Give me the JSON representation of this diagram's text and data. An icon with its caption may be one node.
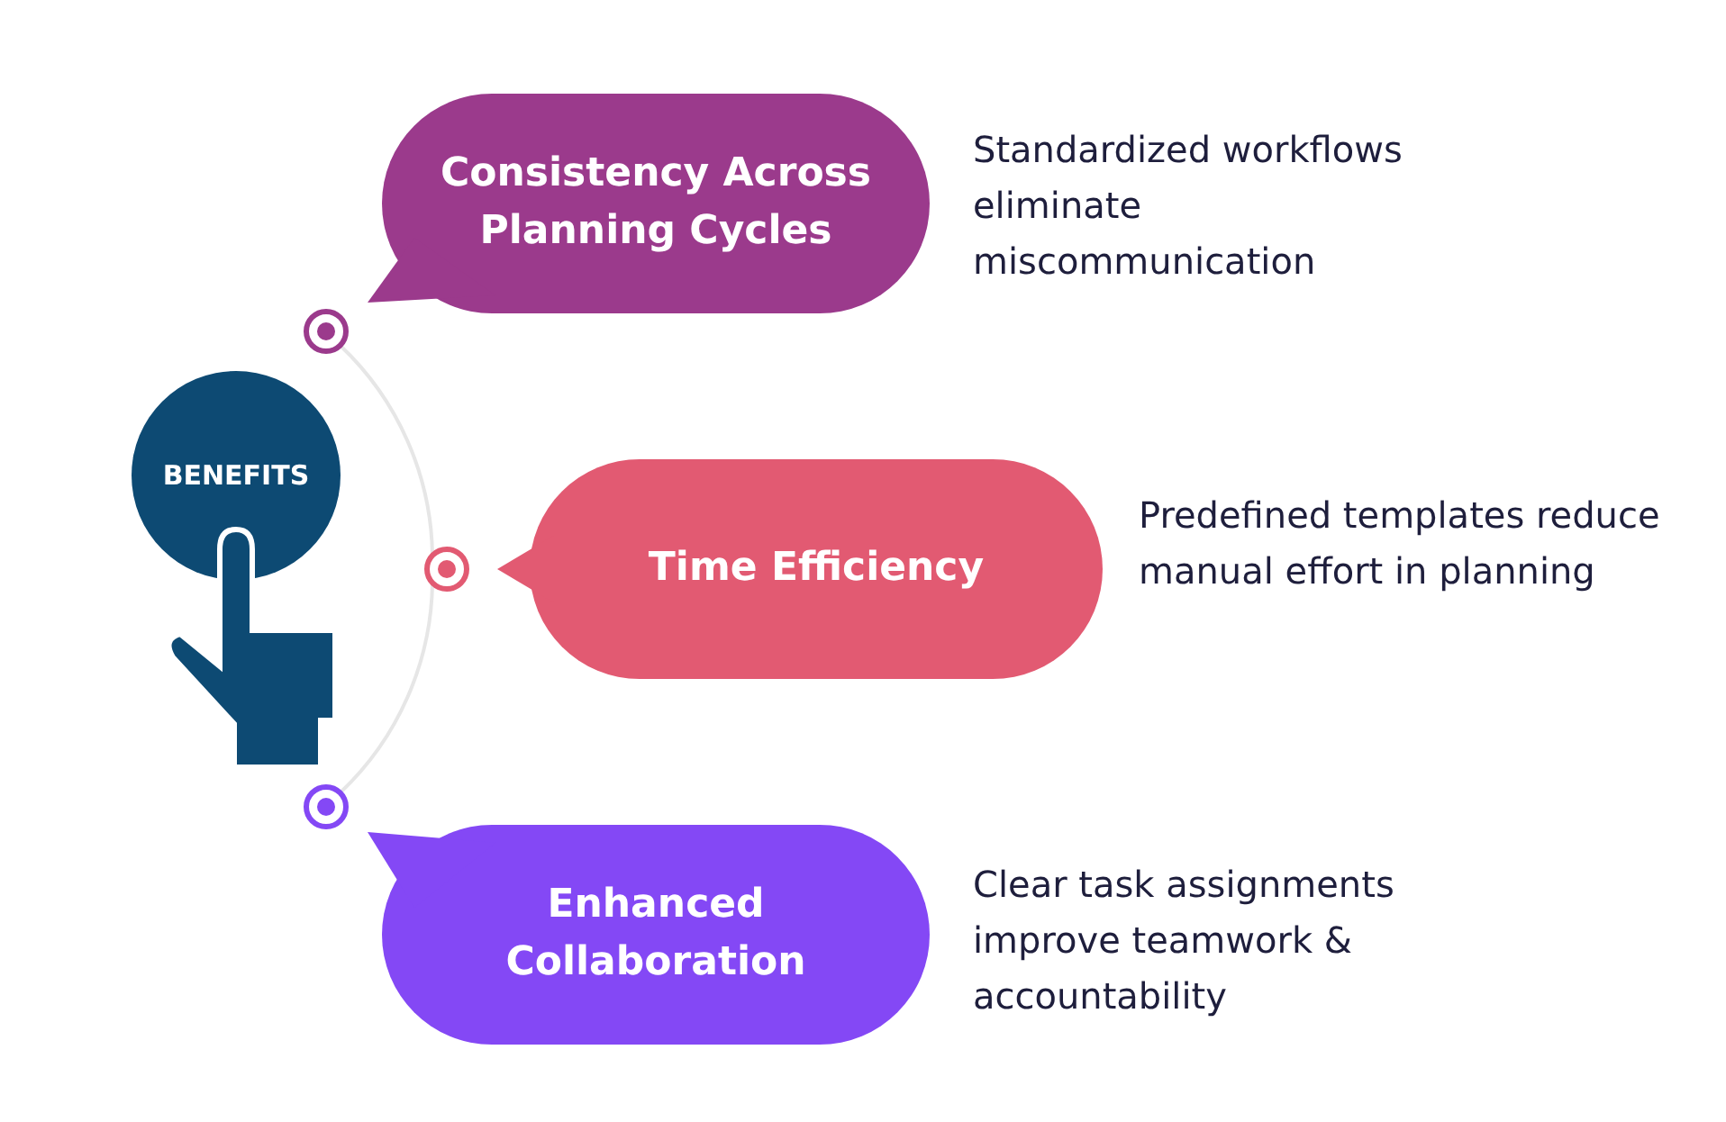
{
  "diagram": {
    "nodes": [
      {
        "text": [
          "BENEFITS"
        ]
      },
      {
        "text": [
          "Consistency Across Planning Cycles"
        ],
        "beside": [
          "Standardized workflows eliminate miscommunication"
        ]
      },
      {
        "text": [
          "Time Efficiency"
        ],
        "beside": [
          "Predefined templates reduce manual effort in planning"
        ]
      },
      {
        "text": [
          "Enhanced Collaboration"
        ],
        "beside": [
          "Clear task assignments improve teamwork & accountability"
        ]
      },
      {
        "text": [],
        "shape": "circle"
      },
      {
        "text": [],
        "shape": "circle"
      },
      {
        "text": [],
        "shape": "circle"
      }
    ],
    "edges": [
      {
        "from": 4,
        "to": 5,
        "arrow": "none"
      },
      {
        "from": 5,
        "to": 6,
        "arrow": "none"
      }
    ]
  }
}
